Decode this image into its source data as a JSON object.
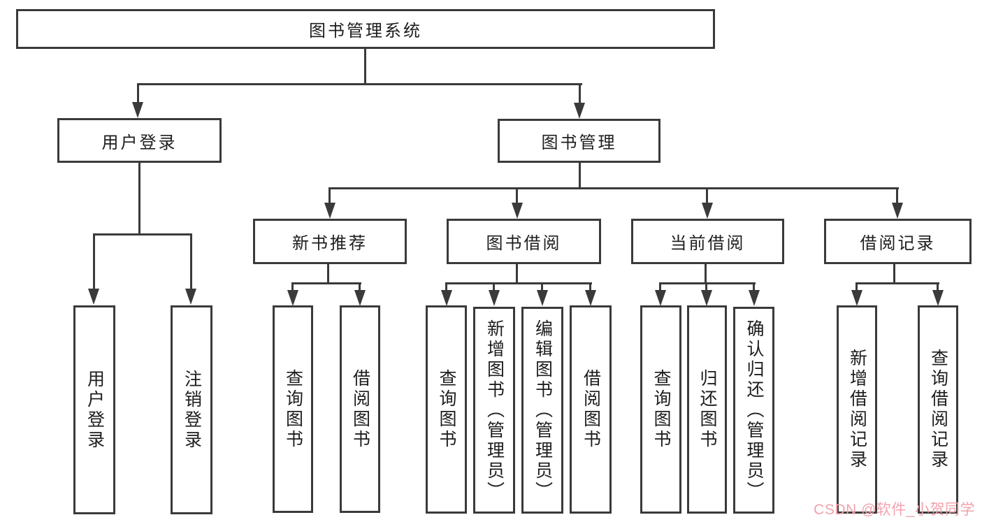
{
  "diagram": {
    "type": "tree",
    "root": {
      "id": "library-management-system",
      "label": "图书管理系统"
    },
    "level2": [
      {
        "id": "user-login",
        "label": "用户登录",
        "parent": "library-management-system"
      },
      {
        "id": "book-management",
        "label": "图书管理",
        "parent": "library-management-system"
      }
    ],
    "level3": [
      {
        "id": "new-book-recommend",
        "label": "新书推荐",
        "parent": "book-management"
      },
      {
        "id": "book-borrowing",
        "label": "图书借阅",
        "parent": "book-management"
      },
      {
        "id": "current-borrowing",
        "label": "当前借阅",
        "parent": "book-management"
      },
      {
        "id": "borrowing-records",
        "label": "借阅记录",
        "parent": "book-management"
      }
    ],
    "leaves": [
      {
        "id": "leaf-user-login",
        "label": "用户登录",
        "parent": "user-login"
      },
      {
        "id": "leaf-logout",
        "label": "注销登录",
        "parent": "user-login"
      },
      {
        "id": "leaf-query-book-1",
        "label": "查询图书",
        "parent": "new-book-recommend"
      },
      {
        "id": "leaf-borrow-book-1",
        "label": "借阅图书",
        "parent": "new-book-recommend"
      },
      {
        "id": "leaf-query-book-2",
        "label": "查询图书",
        "parent": "book-borrowing"
      },
      {
        "id": "leaf-add-book-admin",
        "label": "新增图书（管理员）",
        "parent": "book-borrowing"
      },
      {
        "id": "leaf-edit-book-admin",
        "label": "编辑图书（管理员）",
        "parent": "book-borrowing"
      },
      {
        "id": "leaf-borrow-book-2",
        "label": "借阅图书",
        "parent": "book-borrowing"
      },
      {
        "id": "leaf-query-book-3",
        "label": "查询图书",
        "parent": "current-borrowing"
      },
      {
        "id": "leaf-return-book",
        "label": "归还图书",
        "parent": "current-borrowing"
      },
      {
        "id": "leaf-confirm-return-admin",
        "label": "确认归还（管理员）",
        "parent": "current-borrowing"
      },
      {
        "id": "leaf-add-borrow-record",
        "label": "新增借阅记录",
        "parent": "borrowing-records"
      },
      {
        "id": "leaf-query-borrow-record",
        "label": "查询借阅记录",
        "parent": "borrowing-records"
      }
    ]
  },
  "watermark": {
    "text": "CSDN @软件_小贺同学",
    "color": "#f2a2ac"
  },
  "colors": {
    "line": "#3a3a3a",
    "text": "#1d1d1d",
    "background": "#ffffff"
  }
}
